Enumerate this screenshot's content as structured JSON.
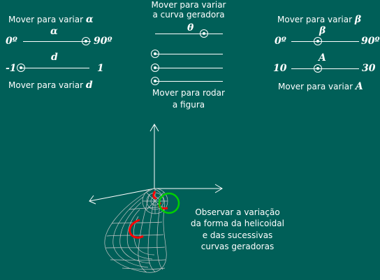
{
  "slider_a": {
    "instruction": "Mover para variar",
    "symbol": "α",
    "var_label": "α",
    "min_label": "0º",
    "max_label": "90º",
    "value": 0.93
  },
  "slider_d": {
    "instruction": "Mover para variar",
    "symbol": "d",
    "var_label": "d",
    "min_label": "-1",
    "max_label": "1",
    "value": 0.0
  },
  "slider_theta": {
    "instruction_line1": "Mover para variar",
    "instruction_line2": "a curva geradora",
    "var_label": "θ",
    "value": 0.72
  },
  "slider_b": {
    "instruction": "Mover para variar",
    "symbol": "β",
    "var_label": "β",
    "min_label": "0º",
    "max_label": "90º",
    "value": 0.39
  },
  "slider_A": {
    "instruction": "Mover para variar",
    "symbol": "A",
    "var_label": "A",
    "min_label": "10",
    "max_label": "30",
    "value": 0.39
  },
  "rotate": {
    "label_line1": "Mover para rodar",
    "label_line2": "a figura",
    "sliders": [
      0.0,
      0.0,
      0.0,
      0.0
    ]
  },
  "observe": {
    "line1": "Observar a variação",
    "line2": "da forma da helicoidal",
    "line3": "e das sucessivas",
    "line4": "curvas geradoras"
  },
  "colors": {
    "background": "#005f58",
    "mesh": "#c8c8c8",
    "curve": "#ff0000",
    "circle": "#00d000",
    "text": "#ffffff"
  }
}
